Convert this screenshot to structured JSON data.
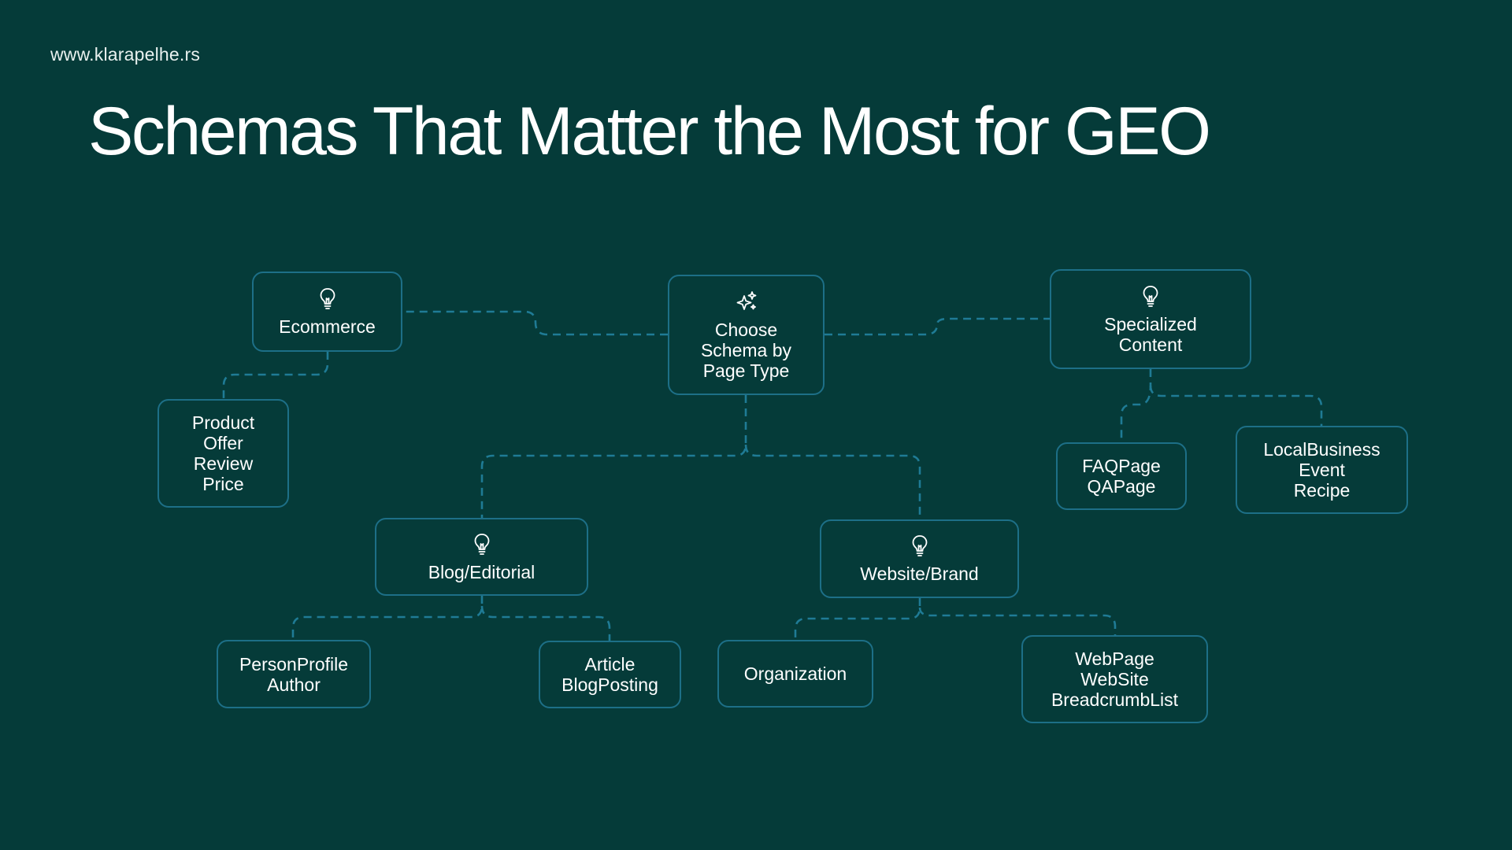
{
  "header": {
    "site": "www.klarapelhe.rs",
    "title": "Schemas That Matter the Most for GEO"
  },
  "colors": {
    "background": "#053b39",
    "node_border": "#1d6f87",
    "connector": "#1f7b95",
    "text": "#ffffff"
  },
  "diagram": {
    "root": {
      "lines": [
        "Choose",
        "Schema by",
        "Page Type"
      ],
      "icon": "sparkles-icon"
    },
    "categories": {
      "ecommerce": {
        "lines": [
          "Ecommerce"
        ],
        "icon": "lightbulb-icon"
      },
      "specialized": {
        "lines": [
          "Specialized",
          "Content"
        ],
        "icon": "lightbulb-icon"
      },
      "blog": {
        "lines": [
          "Blog/Editorial"
        ],
        "icon": "lightbulb-icon"
      },
      "website": {
        "lines": [
          "Website/Brand"
        ],
        "icon": "lightbulb-icon"
      }
    },
    "leaves": {
      "product": {
        "lines": [
          "Product",
          "Offer",
          "Review",
          "Price"
        ]
      },
      "faq": {
        "lines": [
          "FAQPage",
          "QAPage"
        ]
      },
      "local": {
        "lines": [
          "LocalBusiness",
          "Event",
          "Recipe"
        ]
      },
      "person": {
        "lines": [
          "PersonProfile",
          "Author"
        ]
      },
      "article": {
        "lines": [
          "Article",
          "BlogPosting"
        ]
      },
      "organization": {
        "lines": [
          "Organization"
        ]
      },
      "webpage": {
        "lines": [
          "WebPage",
          "WebSite",
          "BreadcrumbList"
        ]
      }
    }
  }
}
